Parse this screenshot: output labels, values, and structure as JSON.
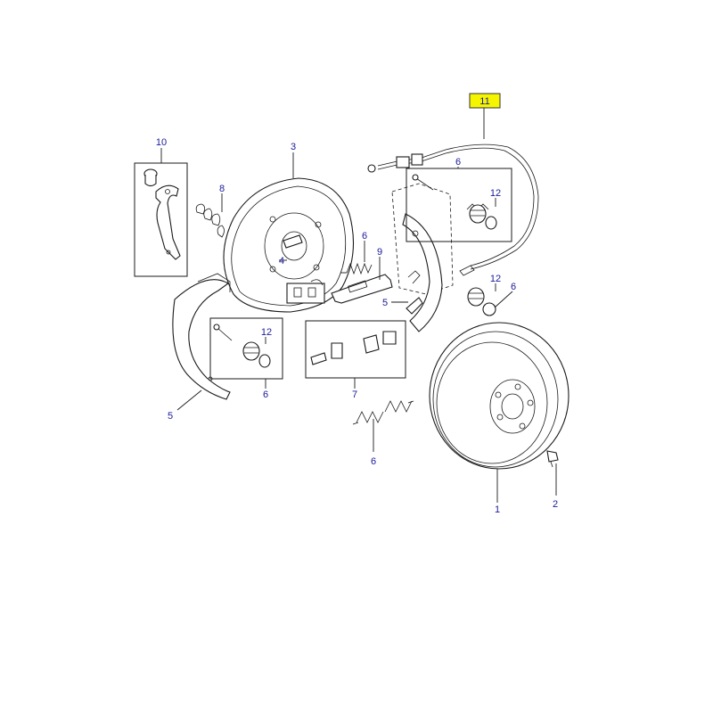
{
  "colors": {
    "callout_text": "#1a1a9a",
    "line": "#1a1a1a",
    "highlight_fill": "#f5f500",
    "highlight_stroke": "#333333"
  },
  "callouts": {
    "c1": "1",
    "c2": "2",
    "c3": "3",
    "c4": "4",
    "c5a": "5",
    "c5b": "5",
    "c6a": "6",
    "c6b": "6",
    "c6c": "6",
    "c6d": "6",
    "c6e": "6",
    "c7": "7",
    "c8": "8",
    "c9": "9",
    "c10": "10",
    "c11": "11",
    "c12a": "12",
    "c12b": "12",
    "c12c": "12"
  },
  "highlighted_callout": "11"
}
